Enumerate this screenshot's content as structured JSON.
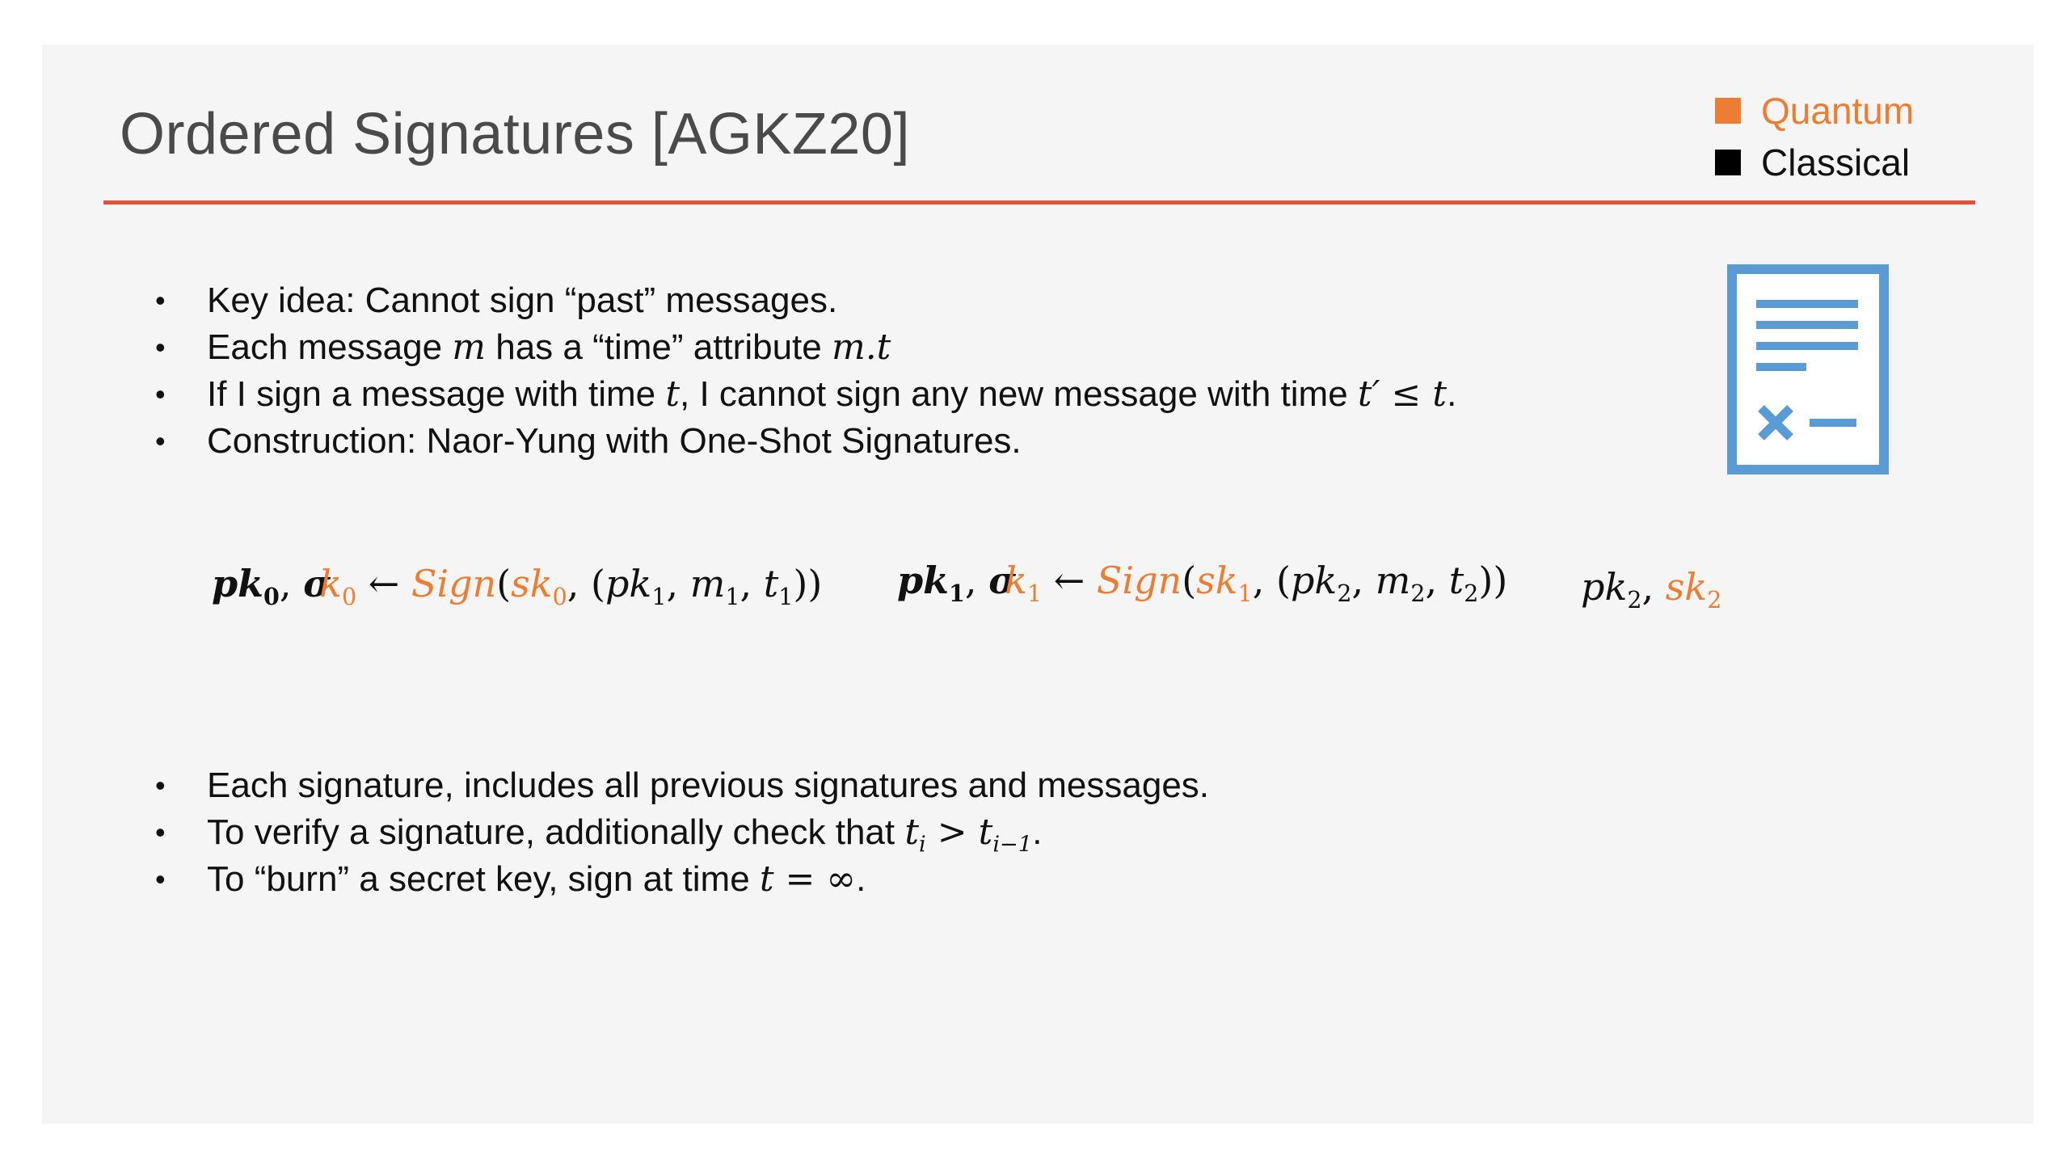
{
  "slide": {
    "title": "Ordered Signatures [AGKZ20]",
    "legend": [
      {
        "label": "Quantum",
        "color": "#ec7d32"
      },
      {
        "label": "Classical",
        "color": "#000000"
      }
    ],
    "bullets_top": [
      {
        "t1": "Key idea: Cannot sign “past” messages."
      },
      {
        "t1": "Each message ",
        "m1": "m",
        "t2": " has a “time” attribute ",
        "m2": "m.t"
      },
      {
        "t1": "If I sign a message with time ",
        "m1": "t",
        "t2": ", I cannot sign any new message with time ",
        "m2": "t′ ≤ t",
        "t3": "."
      },
      {
        "t1": "Construction: Naor-Yung with One-Shot Signatures."
      }
    ],
    "chain": [
      {
        "pk": "pk",
        "sub": "0",
        "sigma": "σ",
        "sk_overlap": "k",
        "arrow": "←",
        "sign": "Sign",
        "open": "(",
        "sk": "sk",
        "sk_sub": "0",
        "comma": ", (",
        "pk2": "pk",
        "pk2_sub": "1",
        "m": "m",
        "m_sub": "1",
        "t": "t",
        "t_sub": "1",
        "close": "))"
      },
      {
        "pk": "pk",
        "sub": "1",
        "sigma": "σ",
        "sk_overlap": "k",
        "arrow": "←",
        "sign": "Sign",
        "open": "(",
        "sk": "sk",
        "sk_sub": "1",
        "comma": ", (",
        "pk2": "pk",
        "pk2_sub": "2",
        "m": "m",
        "m_sub": "2",
        "t": "t",
        "t_sub": "2",
        "close": "))"
      }
    ],
    "chain_last": {
      "pk": "pk",
      "pk_sub": "2",
      "sk": "sk",
      "sk_sub": "2"
    },
    "bullets_bottom": [
      {
        "t1": "Each signature, includes all previous signatures and messages."
      },
      {
        "t1": "To verify a signature, additionally check that ",
        "m1": "t",
        "s1": "i",
        "op": " > ",
        "m2": "t",
        "s2": "i−1",
        "t2": "."
      },
      {
        "t1": "To “burn” a secret key, sign at time ",
        "m1": "t = ∞",
        "t2": "."
      }
    ],
    "icon": "document-form-icon"
  }
}
